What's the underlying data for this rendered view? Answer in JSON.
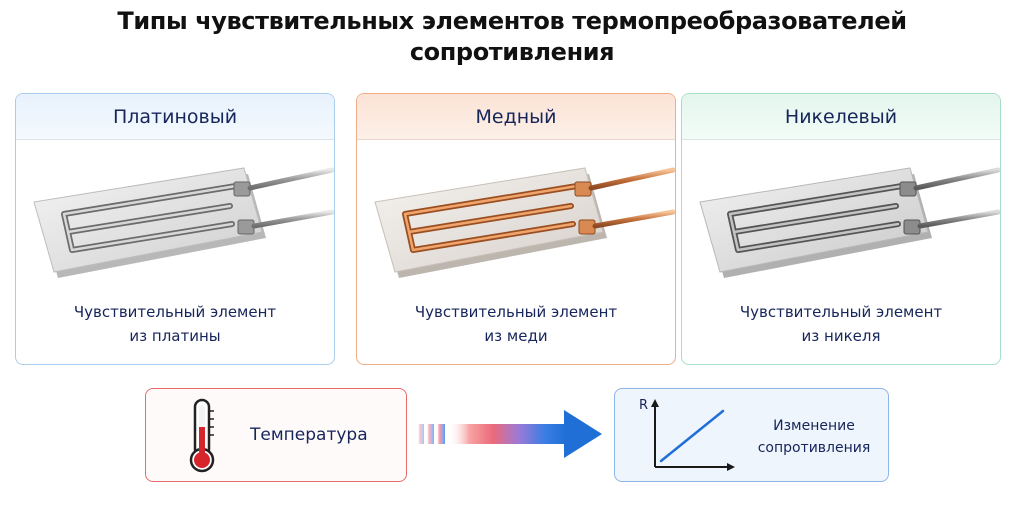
{
  "title_line1": "Типы чувствительных элементов термопреобразователей",
  "title_line2": "сопротивления",
  "cards": [
    {
      "name": "Платиновый",
      "caption_line1": "Чувствительный элемент",
      "caption_line2": "из платины",
      "accent": "#a9cdec",
      "icon": "platinum-sensor-icon"
    },
    {
      "name": "Медный",
      "caption_line1": "Чувствительный элемент",
      "caption_line2": "из меди",
      "accent": "#f0ad88",
      "icon": "copper-sensor-icon"
    },
    {
      "name": "Никелевый",
      "caption_line1": "Чувствительный элемент",
      "caption_line2": "из никеля",
      "accent": "#a7e0c8",
      "icon": "nickel-sensor-icon"
    }
  ],
  "temperature": {
    "label": "Температура",
    "icon": "thermometer-icon",
    "accent": "#e76b6b"
  },
  "resistance": {
    "axis_label": "R",
    "caption_line1": "Изменение",
    "caption_line2": "сопротивления",
    "icon": "resistance-graph-icon",
    "accent": "#1f6fd6"
  }
}
